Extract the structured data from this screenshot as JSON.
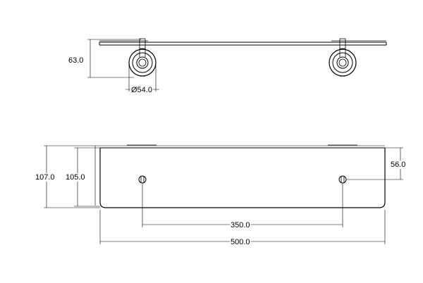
{
  "dimensions": {
    "top_height": "63.0",
    "diameter": "Ø54.0",
    "front_height_outer": "107.0",
    "front_height_inner": "105.0",
    "hole_offset": "56.0",
    "hole_spacing": "350.0",
    "total_width": "500.0"
  },
  "colors": {
    "line": "#000000",
    "background": "#ffffff"
  }
}
